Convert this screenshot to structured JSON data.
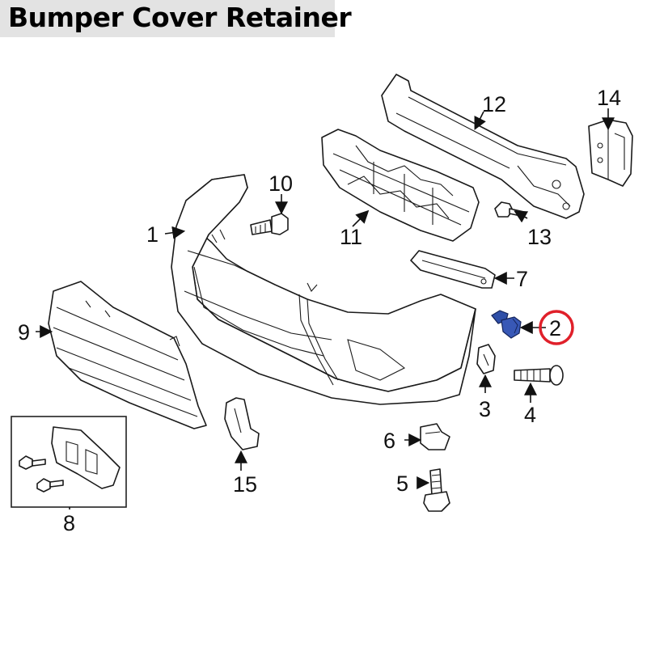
{
  "title": "Bumper Cover Retainer",
  "colors": {
    "highlight_circle": "#e0202a",
    "highlight_part": "#2f4fa8",
    "title_background": "#e3e3e3"
  },
  "callouts": {
    "c1": "1",
    "c2": "2",
    "c3": "3",
    "c4": "4",
    "c5": "5",
    "c6": "6",
    "c7": "7",
    "c8": "8",
    "c9": "9",
    "c10": "10",
    "c11": "11",
    "c12": "12",
    "c13": "13",
    "c14": "14",
    "c15": "15"
  },
  "highlighted_callout": "2"
}
